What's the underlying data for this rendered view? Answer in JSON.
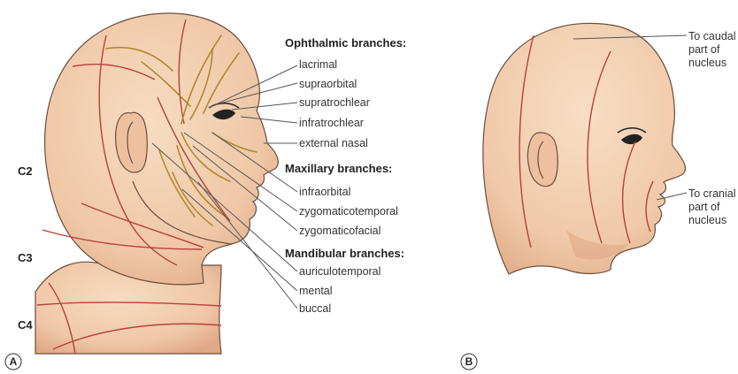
{
  "panel_a": {
    "label": "A",
    "ophthalmic": {
      "heading": "Ophthalmic branches:",
      "items": [
        "lacrimal",
        "supraorbital",
        "supratrochlear",
        "infratrochlear",
        "external nasal"
      ]
    },
    "maxillary": {
      "heading": "Maxillary branches:",
      "items": [
        "infraorbital",
        "zygomaticotemporal",
        "zygomaticofacial"
      ]
    },
    "mandibular": {
      "heading": "Mandibular branches:",
      "items": [
        "auriculotemporal",
        "mental",
        "buccal"
      ]
    },
    "cervical": [
      "C2",
      "C3",
      "C4"
    ]
  },
  "panel_b": {
    "label": "B",
    "caudal": [
      "To caudal",
      "part of",
      "nucleus"
    ],
    "cranial": [
      "To cranial",
      "part of",
      "nucleus"
    ]
  },
  "colors": {
    "skin": "#f3d2b3",
    "skin_shade": "#e2ae8b",
    "dermatome_line": "#b8403a",
    "nerve": "#b08a2e"
  }
}
